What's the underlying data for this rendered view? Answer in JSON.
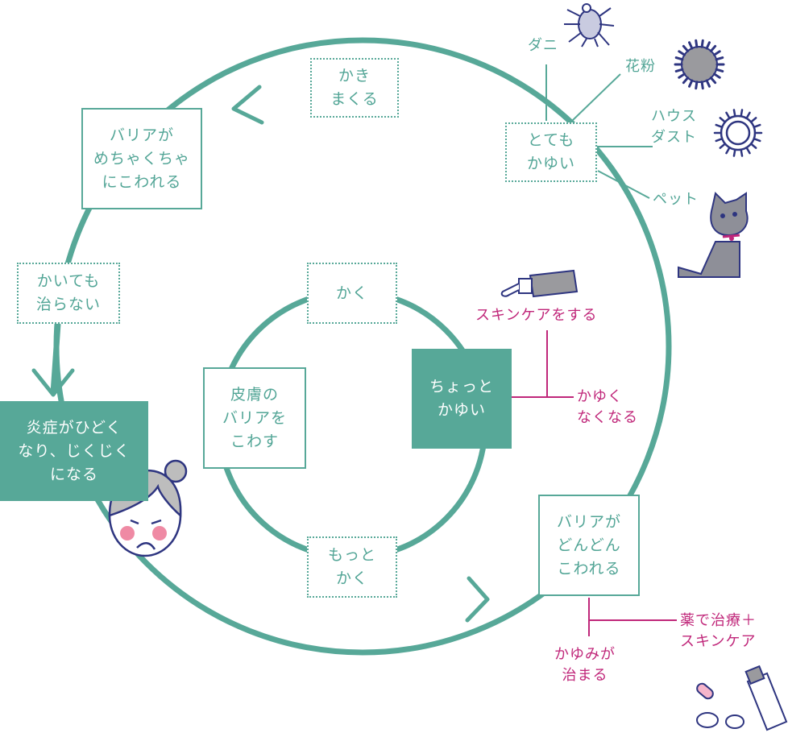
{
  "colors": {
    "teal": "#57a898",
    "teal_text": "#52a596",
    "magenta": "#c0277a",
    "navy": "#2e3580"
  },
  "outer_cycle": {
    "scratch_a_lot": "かき\nまくる",
    "very_itchy": "とても\nかゆい",
    "barrier_destroyed": "バリアが\nめちゃくちゃ\nにこわれる",
    "still_not_healed": "かいても\n治らない",
    "inflammation": "炎症がひどく\nなり、じくじく\nになる"
  },
  "inner_cycle": {
    "scratch": "かく",
    "slightly_itchy": "ちょっと\nかゆい",
    "break_barrier": "皮膚の\nバリアを\nこわす",
    "scratch_more": "もっと\nかく",
    "barrier_breaking": "バリアが\nどんどん\nこわれる"
  },
  "allergens": {
    "mite": "ダニ",
    "pollen": "花粉",
    "house_dust": "ハウス\nダスト",
    "pet": "ペット"
  },
  "remedies": {
    "skincare": "スキンケアをする",
    "itch_disappears": "かゆく\nなくなる",
    "medicine": "薬で治療＋\nスキンケア",
    "itch_cured": "かゆみが\n治まる"
  },
  "icons": [
    "mite-icon",
    "pollen-icon",
    "dust-icon",
    "cat-icon",
    "cream-tube-icon",
    "sad-face-icon",
    "medicine-icon"
  ]
}
